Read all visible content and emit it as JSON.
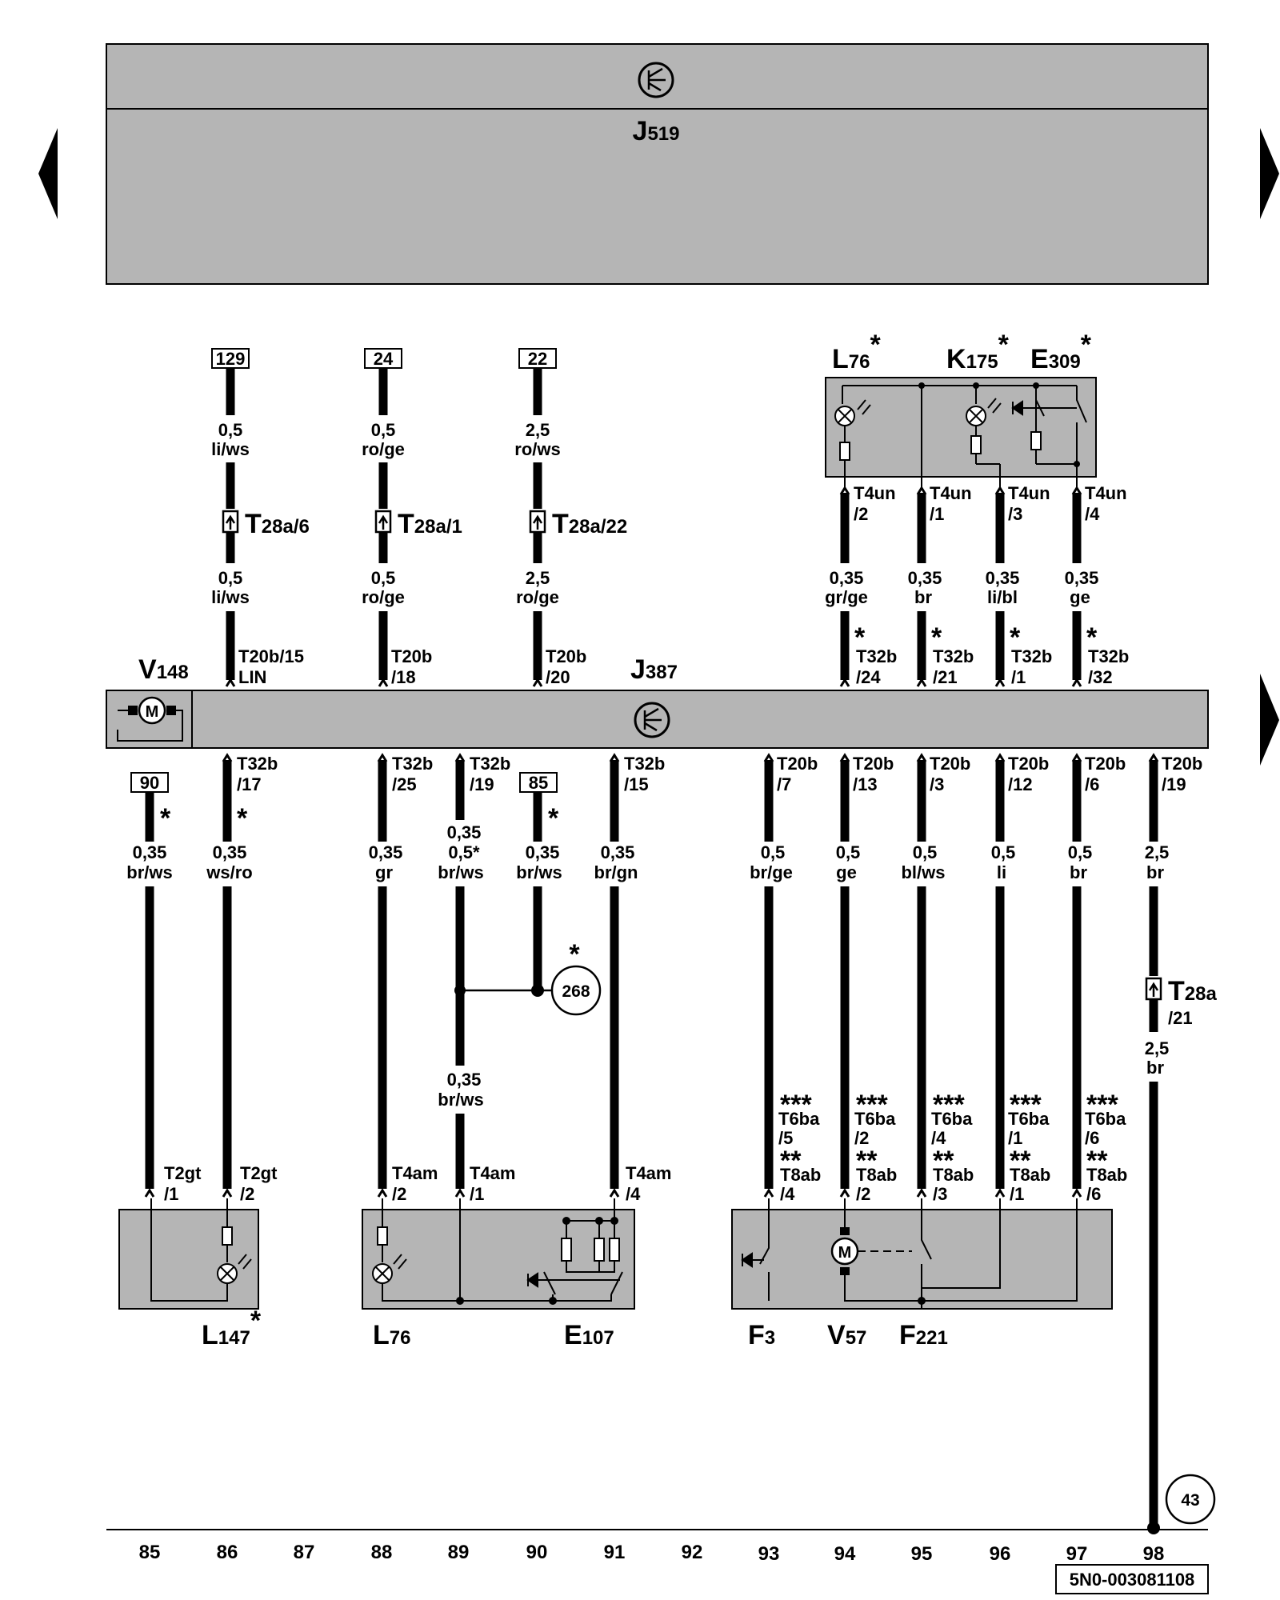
{
  "diagram": {
    "top_module": {
      "letter": "J",
      "sub": "519"
    },
    "mid_module": {
      "letter": "J",
      "sub": "387"
    },
    "motor_mid": {
      "letter": "V",
      "sub": "148"
    },
    "top_components": [
      {
        "letter": "L",
        "sub": "76",
        "star": "*"
      },
      {
        "letter": "K",
        "sub": "175",
        "star": "*"
      },
      {
        "letter": "E",
        "sub": "309",
        "star": "*"
      }
    ],
    "bottom_components": [
      {
        "letter": "L",
        "sub": "147",
        "star": "*"
      },
      {
        "letter": "L",
        "sub": "76",
        "star": ""
      },
      {
        "letter": "E",
        "sub": "107",
        "star": ""
      },
      {
        "letter": "F",
        "sub": "3",
        "star": ""
      },
      {
        "letter": "V",
        "sub": "57",
        "star": ""
      },
      {
        "letter": "F",
        "sub": "221",
        "star": ""
      }
    ],
    "fuse_boxes": [
      "129",
      "24",
      "22",
      "90",
      "85"
    ],
    "upper_wires": [
      {
        "gauge1": "0,5",
        "color1": "li/ws",
        "connector": "T",
        "connector_sub": "28a/6",
        "gauge2": "0,5",
        "color2": "li/ws",
        "pin1": "T20b/15",
        "pin2": "LIN"
      },
      {
        "gauge1": "0,5",
        "color1": "ro/ge",
        "connector": "T",
        "connector_sub": "28a/1",
        "gauge2": "0,5",
        "color2": "ro/ge",
        "pin1": "T20b",
        "pin2": "/18"
      },
      {
        "gauge1": "2,5",
        "color1": "ro/ws",
        "connector": "T",
        "connector_sub": "28a/22",
        "gauge2": "2,5",
        "color2": "ro/ge",
        "pin1": "T20b",
        "pin2": "/20"
      }
    ],
    "right_upper_wires": [
      {
        "top1": "T4un",
        "top2": "/2",
        "gauge": "0,35",
        "color": "gr/ge",
        "star": "*",
        "pin1": "T32b",
        "pin2": "/24"
      },
      {
        "top1": "T4un",
        "top2": "/1",
        "gauge": "0,35",
        "color": "br",
        "star": "*",
        "pin1": "T32b",
        "pin2": "/21"
      },
      {
        "top1": "T4un",
        "top2": "/3",
        "gauge": "0,35",
        "color": "li/bl",
        "star": "*",
        "pin1": "T32b",
        "pin2": "/1"
      },
      {
        "top1": "T4un",
        "top2": "/4",
        "gauge": "0,35",
        "color": "ge",
        "star": "*",
        "pin1": "T32b",
        "pin2": "/32"
      }
    ],
    "lower_wires": [
      {
        "pin1": "",
        "pin2": "",
        "star": "*",
        "gauge": "0,35",
        "color": "br/ws",
        "bottom1": "T2gt",
        "bottom2": "/1"
      },
      {
        "pin1": "T32b",
        "pin2": "/17",
        "star": "*",
        "gauge": "0,35",
        "color": "ws/ro",
        "bottom1": "T2gt",
        "bottom2": "/2"
      },
      {
        "pin1": "T32b",
        "pin2": "/25",
        "star": "",
        "gauge": "0,35",
        "color": "gr",
        "bottom1": "T4am",
        "bottom2": "/2"
      },
      {
        "pin1": "T32b",
        "pin2": "/19",
        "star": "",
        "gauge": "0,35",
        "color": "br/ws",
        "bottom1": "T4am",
        "bottom2": "/1"
      },
      {
        "pin1": "",
        "pin2": "",
        "star": "*",
        "gauge": "0,35",
        "color": "br/ws",
        "bottom1": "",
        "bottom2": ""
      },
      {
        "pin1": "T32b",
        "pin2": "/15",
        "star": "",
        "gauge": "0,35",
        "color": "br/gn",
        "bottom1": "T4am",
        "bottom2": "/4"
      }
    ],
    "wire89_extra": "0,5*",
    "wire89_lower": {
      "gauge": "0,35",
      "color": "br/ws"
    },
    "right_lower_wires": [
      {
        "pin1": "T20b",
        "pin2": "/7",
        "gauge": "0,5",
        "color": "br/ge",
        "stars3": "***",
        "c1": "T6ba",
        "c1p": "/5",
        "stars2": "**",
        "c2": "T8ab",
        "c2p": "/4"
      },
      {
        "pin1": "T20b",
        "pin2": "/13",
        "gauge": "0,5",
        "color": "ge",
        "stars3": "***",
        "c1": "T6ba",
        "c1p": "/2",
        "stars2": "**",
        "c2": "T8ab",
        "c2p": "/2"
      },
      {
        "pin1": "T20b",
        "pin2": "/3",
        "gauge": "0,5",
        "color": "bl/ws",
        "stars3": "***",
        "c1": "T6ba",
        "c1p": "/4",
        "stars2": "**",
        "c2": "T8ab",
        "c2p": "/3"
      },
      {
        "pin1": "T20b",
        "pin2": "/12",
        "gauge": "0,5",
        "color": "li",
        "stars3": "***",
        "c1": "T6ba",
        "c1p": "/1",
        "stars2": "**",
        "c2": "T8ab",
        "c2p": "/1"
      },
      {
        "pin1": "T20b",
        "pin2": "/6",
        "gauge": "0,5",
        "color": "br",
        "stars3": "***",
        "c1": "T6ba",
        "c1p": "/6",
        "stars2": "**",
        "c2": "T8ab",
        "c2p": "/6"
      }
    ],
    "wire98": {
      "pin1": "T20b",
      "pin2": "/19",
      "gauge1": "2,5",
      "color1": "br",
      "connector": "T",
      "connector_sub": "28a",
      "connector_pin": "/21",
      "gauge2": "2,5",
      "color2": "br"
    },
    "ground_ref_268": {
      "star": "*",
      "number": "268"
    },
    "ground_ref_43": "43",
    "columns": [
      "85",
      "86",
      "87",
      "88",
      "89",
      "90",
      "91",
      "92",
      "93",
      "94",
      "95",
      "96",
      "97",
      "98"
    ],
    "doc_code": "5N0-003081108"
  }
}
